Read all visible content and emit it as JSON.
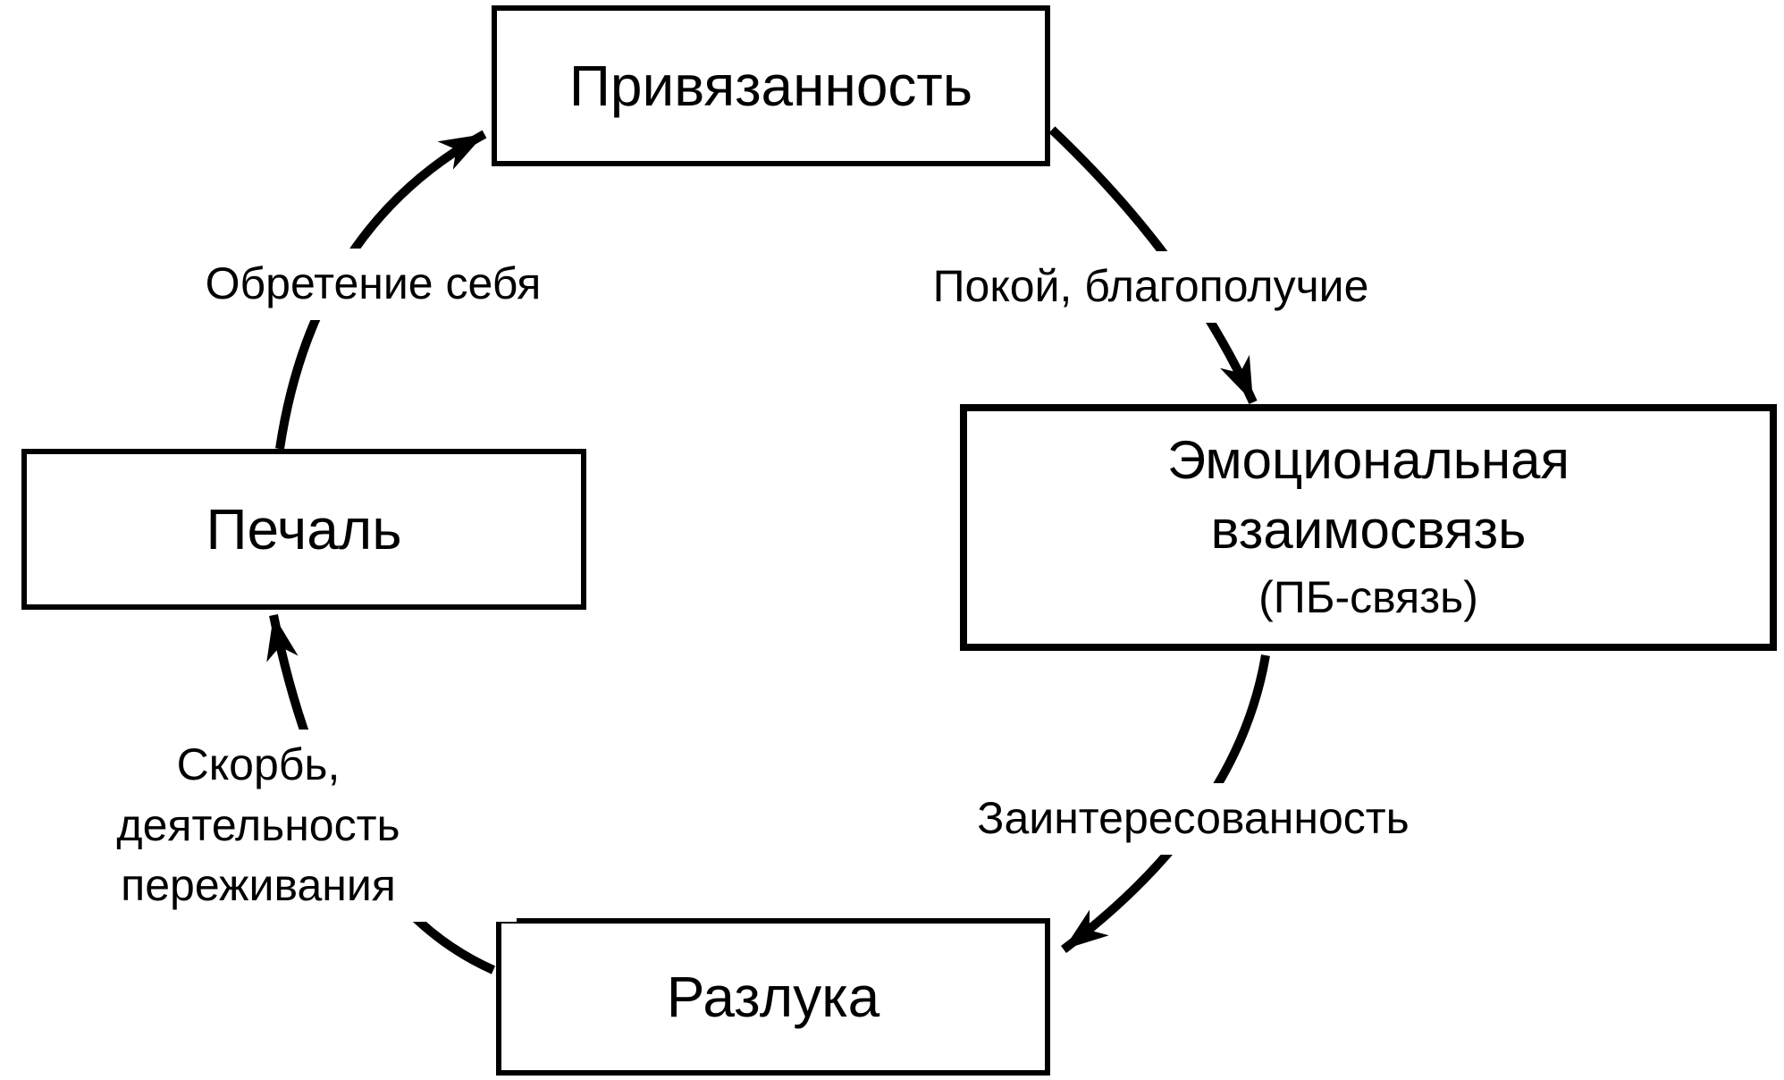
{
  "diagram": {
    "title": "Cycle of attachment diagram",
    "colors": {
      "ink": "#000000",
      "background": "#ffffff"
    },
    "nodes": {
      "attachment": {
        "label": "Привязанность"
      },
      "emotional": {
        "line1": "Эмоциональная",
        "line2": "взаимосвязь",
        "line3": "(ПБ-связь)"
      },
      "sadness": {
        "label": "Печаль"
      },
      "separation": {
        "label": "Разлука"
      }
    },
    "edges": {
      "peace": {
        "label": "Покой, благополучие"
      },
      "interest": {
        "label": "Заинтересованность"
      },
      "grief": {
        "line1": "Скорбь,",
        "line2": "деятельность переживания"
      },
      "finding": {
        "label": "Обретение себя"
      }
    }
  }
}
